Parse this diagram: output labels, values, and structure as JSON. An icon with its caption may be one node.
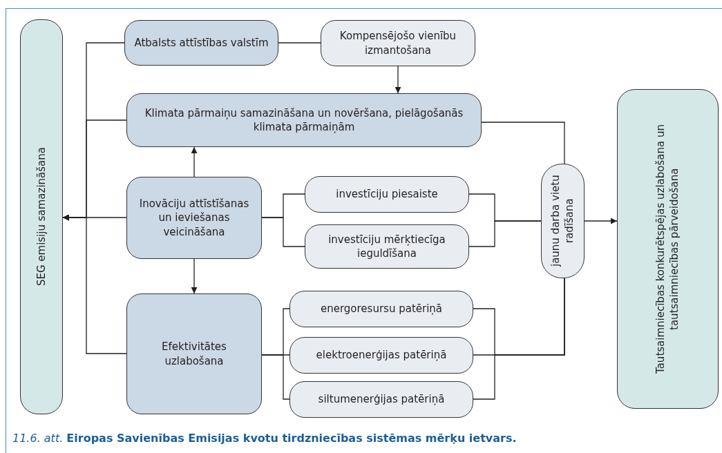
{
  "diagram": {
    "caption": "*11.6. att.* **Eiropas Savienības Emisijas kvotu tirdzniecības sistēmas mērķu ietvars.**",
    "nodes": [
      {
        "text": [
          "SEG emisiju samazināšana"
        ]
      },
      {
        "text": [
          "Atbalsts attīstības valstīm"
        ]
      },
      {
        "text": [
          "Kompensējošo vienību izmantošana"
        ]
      },
      {
        "text": [
          "Klimata pārmaiņu samazināšana un novēršana, pielāgošanās klimata pārmaiņām"
        ]
      },
      {
        "text": [
          "Inovāciju attīstīšanas un ieviešanas veicināšana"
        ]
      },
      {
        "text": [
          "investīciju piesaiste"
        ]
      },
      {
        "text": [
          "investīciju mērķtiecīga ieguldīšana"
        ]
      },
      {
        "text": [
          "Efektivitātes uzlabošana"
        ]
      },
      {
        "text": [
          "energoresursu patēriņā"
        ]
      },
      {
        "text": [
          "elektroenerģijas patēriņā"
        ]
      },
      {
        "text": [
          "siltumenerģijas patēriņā"
        ]
      },
      {
        "text": [
          "jaunu darba vietu radīšana"
        ]
      },
      {
        "text": [
          "Tautsaimniecības konkurētspējas uzlabošana un tautsaimniecības pārveidošana"
        ]
      }
    ],
    "edges": [
      {
        "from": 1,
        "to": 0,
        "arrow": "to"
      },
      {
        "from": 1,
        "to": 2,
        "arrow": "none"
      },
      {
        "from": 2,
        "to": 3,
        "arrow": "to"
      },
      {
        "from": 3,
        "to": 0,
        "arrow": "to"
      },
      {
        "from": 4,
        "to": 0,
        "arrow": "to"
      },
      {
        "from": 4,
        "to": 3,
        "arrow": "to"
      },
      {
        "from": 4,
        "to": 7,
        "arrow": "to"
      },
      {
        "from": 7,
        "to": 0,
        "arrow": "to"
      },
      {
        "from": 4,
        "to": 5,
        "arrow": "none"
      },
      {
        "from": 4,
        "to": 6,
        "arrow": "none"
      },
      {
        "from": 5,
        "to": 11,
        "arrow": "none"
      },
      {
        "from": 6,
        "to": 11,
        "arrow": "none"
      },
      {
        "from": 3,
        "to": 11,
        "arrow": "none"
      },
      {
        "from": 11,
        "to": 12,
        "arrow": "to"
      },
      {
        "from": 7,
        "to": 8,
        "arrow": "none"
      },
      {
        "from": 7,
        "to": 9,
        "arrow": "none"
      },
      {
        "from": 7,
        "to": 10,
        "arrow": "none"
      },
      {
        "from": 8,
        "to": 11,
        "arrow": "none"
      },
      {
        "from": 9,
        "to": 11,
        "arrow": "none"
      },
      {
        "from": 10,
        "to": 11,
        "arrow": "none"
      }
    ]
  }
}
